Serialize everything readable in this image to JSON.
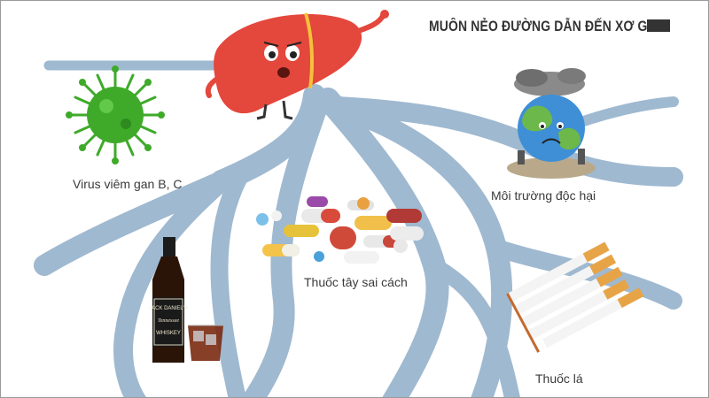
{
  "title": "MUÔN NẺO ĐƯỜNG DẪN ĐẾN XƠ GAN",
  "labels": {
    "virus": "Virus viêm gan B, C",
    "environment": "Môi trường độc hại",
    "medicine": "Thuốc tây sai cách",
    "tobacco": "Thuốc lá"
  },
  "bottle": {
    "brand": "JACK DANIEL'S",
    "sub": "Tennessee",
    "type": "WHISKEY"
  },
  "colors": {
    "path": "#9fb9d0",
    "liver": "#e4473c",
    "virus": "#3faa2a",
    "title": "#333333"
  },
  "icons": [
    "liver-icon",
    "virus-icon",
    "polluted-earth-icon",
    "pills-icon",
    "whiskey-icon",
    "cigarettes-icon"
  ]
}
